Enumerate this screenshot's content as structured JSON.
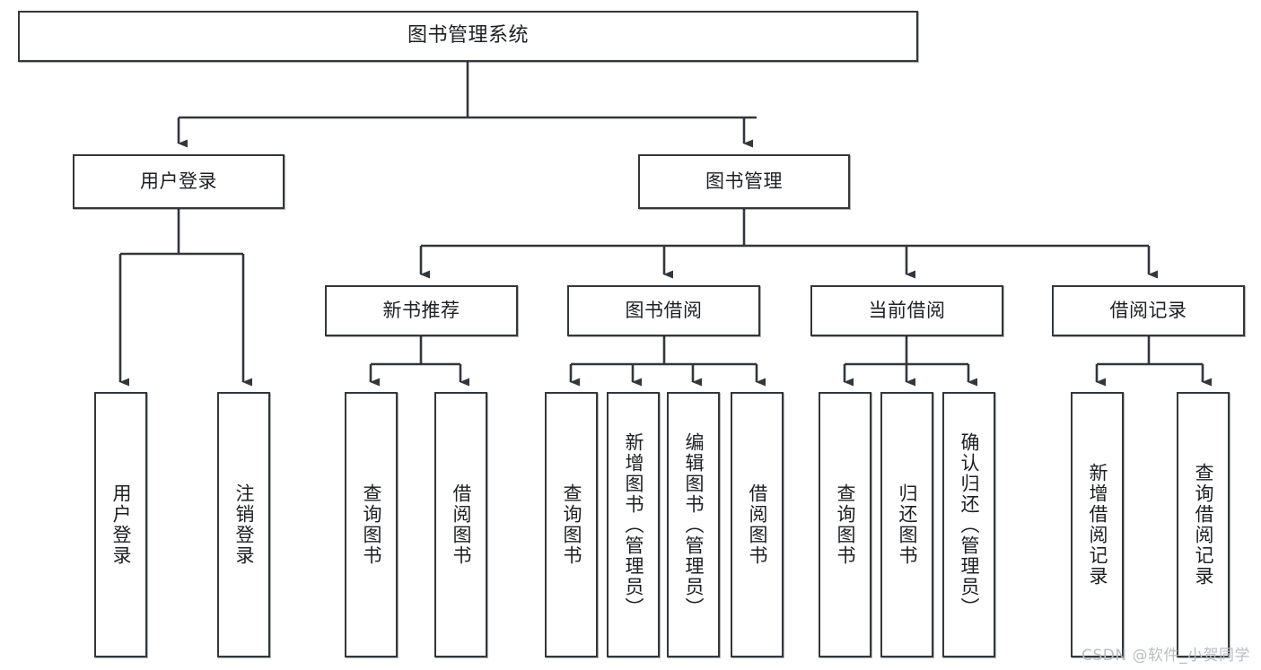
{
  "chart_data": {
    "type": "diagram",
    "title": "图书管理系统",
    "diagram_kind": "hierarchy-tree",
    "orientation": "top-down",
    "colors": {
      "box_border": "#33373b",
      "box_fill": "#ffffff",
      "connector": "#33373b",
      "text": "#1d1f22",
      "watermark": "#b9bdc1",
      "background": "#ffffff"
    },
    "levels": 4,
    "nodes": [
      {
        "id": "root",
        "label": "图书管理系统",
        "level": 0,
        "parent": null,
        "orientation": "horizontal"
      },
      {
        "id": "n1",
        "label": "用户登录",
        "level": 1,
        "parent": "root",
        "orientation": "horizontal"
      },
      {
        "id": "n2",
        "label": "图书管理",
        "level": 1,
        "parent": "root",
        "orientation": "horizontal"
      },
      {
        "id": "n1a",
        "label": "用户登录",
        "level": 3,
        "parent": "n1",
        "orientation": "vertical"
      },
      {
        "id": "n1b",
        "label": "注销登录",
        "level": 3,
        "parent": "n1",
        "orientation": "vertical"
      },
      {
        "id": "n2a",
        "label": "新书推荐",
        "level": 2,
        "parent": "n2",
        "orientation": "horizontal"
      },
      {
        "id": "n2b",
        "label": "图书借阅",
        "level": 2,
        "parent": "n2",
        "orientation": "horizontal"
      },
      {
        "id": "n2c",
        "label": "当前借阅",
        "level": 2,
        "parent": "n2",
        "orientation": "horizontal"
      },
      {
        "id": "n2d",
        "label": "借阅记录",
        "level": 2,
        "parent": "n2",
        "orientation": "horizontal"
      },
      {
        "id": "n2a1",
        "label": "查询图书",
        "level": 3,
        "parent": "n2a",
        "orientation": "vertical"
      },
      {
        "id": "n2a2",
        "label": "借阅图书",
        "level": 3,
        "parent": "n2a",
        "orientation": "vertical"
      },
      {
        "id": "n2b1",
        "label": "查询图书",
        "level": 3,
        "parent": "n2b",
        "orientation": "vertical"
      },
      {
        "id": "n2b2",
        "label": "新增图书（管理员）",
        "level": 3,
        "parent": "n2b",
        "orientation": "vertical"
      },
      {
        "id": "n2b3",
        "label": "编辑图书（管理员）",
        "level": 3,
        "parent": "n2b",
        "orientation": "vertical"
      },
      {
        "id": "n2b4",
        "label": "借阅图书",
        "level": 3,
        "parent": "n2b",
        "orientation": "vertical"
      },
      {
        "id": "n2c1",
        "label": "查询图书",
        "level": 3,
        "parent": "n2c",
        "orientation": "vertical"
      },
      {
        "id": "n2c2",
        "label": "归还图书",
        "level": 3,
        "parent": "n2c",
        "orientation": "vertical"
      },
      {
        "id": "n2c3",
        "label": "确认归还（管理员）",
        "level": 3,
        "parent": "n2c",
        "orientation": "vertical"
      },
      {
        "id": "n2d1",
        "label": "新增借阅记录",
        "level": 3,
        "parent": "n2d",
        "orientation": "vertical"
      },
      {
        "id": "n2d2",
        "label": "查询借阅记录",
        "level": 3,
        "parent": "n2d",
        "orientation": "vertical"
      }
    ]
  },
  "diagram": {
    "root": {
      "label": "图书管理系统"
    },
    "level1": {
      "user_login": {
        "label": "用户登录"
      },
      "book_manage": {
        "label": "图书管理"
      }
    },
    "level2": {
      "new_book_recommend": {
        "label": "新书推荐"
      },
      "book_borrow": {
        "label": "图书借阅"
      },
      "current_borrow": {
        "label": "当前借阅"
      },
      "borrow_record": {
        "label": "借阅记录"
      }
    },
    "leaves": {
      "user_login_1": {
        "label": "用户登录"
      },
      "user_login_2": {
        "label": "注销登录"
      },
      "recommend_1": {
        "label": "查询图书"
      },
      "recommend_2": {
        "label": "借阅图书"
      },
      "borrow_1": {
        "label": "查询图书"
      },
      "borrow_2": {
        "label": "新增图书（管理员）"
      },
      "borrow_3": {
        "label": "编辑图书（管理员）"
      },
      "borrow_4": {
        "label": "借阅图书"
      },
      "current_1": {
        "label": "查询图书"
      },
      "current_2": {
        "label": "归还图书"
      },
      "current_3": {
        "label": "确认归还（管理员）"
      },
      "record_1": {
        "label": "新增借阅记录"
      },
      "record_2": {
        "label": "查询借阅记录"
      }
    }
  },
  "watermark": {
    "text": "CSDN @软件_小贺同学"
  }
}
